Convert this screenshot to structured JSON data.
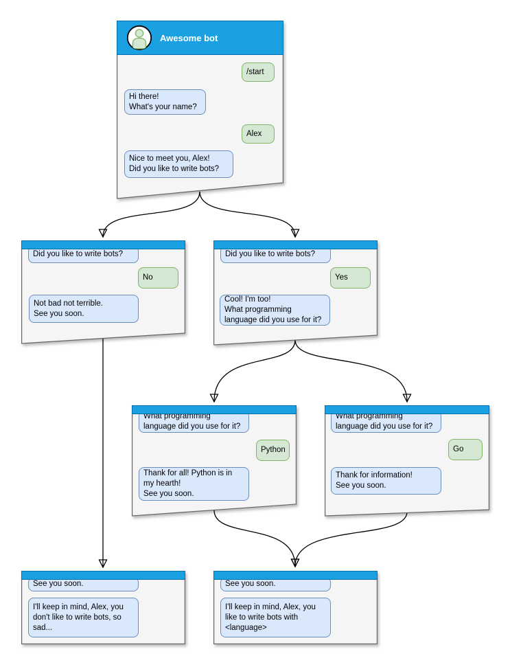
{
  "colors": {
    "header": "#1BA1E2",
    "header_border": "#006EAF",
    "window_fill": "#F5F5F5",
    "window_border": "#666666",
    "bot_bubble": "#DAE8FC",
    "bot_border": "#6C8EBF",
    "user_bubble": "#D5E8D4",
    "user_border": "#82B366"
  },
  "windows": [
    {
      "name": "root",
      "title": "Awesome bot",
      "avatar_icon": "person-icon",
      "messages": [
        {
          "from": "user",
          "text": "/start"
        },
        {
          "from": "bot",
          "text": "Hi there!\nWhat's your name?"
        },
        {
          "from": "user",
          "text": "Alex"
        },
        {
          "from": "bot",
          "text": "Nice to meet you, Alex!\nDid you like to write bots?"
        }
      ]
    },
    {
      "name": "branch-no",
      "messages": [
        {
          "from": "bot",
          "text": "Did you like to write bots?"
        },
        {
          "from": "user",
          "text": "No"
        },
        {
          "from": "bot",
          "text": "Not bad not terrible.\nSee you soon."
        }
      ]
    },
    {
      "name": "branch-yes",
      "messages": [
        {
          "from": "bot",
          "text": "Did you like to write bots?"
        },
        {
          "from": "user",
          "text": "Yes"
        },
        {
          "from": "bot",
          "text": "Cool! I'm too!\nWhat programming\nlanguage did you use for it?"
        }
      ]
    },
    {
      "name": "branch-python",
      "messages": [
        {
          "from": "bot",
          "text": "What programming\nlanguage did you use for it?"
        },
        {
          "from": "user",
          "text": "Python"
        },
        {
          "from": "bot",
          "text": "Thank for all! Python is in\nmy hearth!\nSee you soon."
        }
      ]
    },
    {
      "name": "branch-go",
      "messages": [
        {
          "from": "bot",
          "text": "What programming\nlanguage did you use for it?"
        },
        {
          "from": "user",
          "text": "Go"
        },
        {
          "from": "bot",
          "text": "Thank for information!\nSee you soon."
        }
      ]
    },
    {
      "name": "end-no",
      "messages": [
        {
          "from": "bot",
          "text": "See you soon."
        },
        {
          "from": "bot",
          "text": "I'll keep in mind, Alex, you\ndon't like to write bots, so\nsad..."
        }
      ]
    },
    {
      "name": "end-yes",
      "messages": [
        {
          "from": "bot",
          "text": "See you soon."
        },
        {
          "from": "bot",
          "text": "I'll keep in mind, Alex, you\nlike to write bots with\n<language>"
        }
      ]
    }
  ],
  "edges": [
    {
      "from": "root",
      "to": "branch-no"
    },
    {
      "from": "root",
      "to": "branch-yes"
    },
    {
      "from": "branch-yes",
      "to": "branch-python"
    },
    {
      "from": "branch-yes",
      "to": "branch-go"
    },
    {
      "from": "branch-no",
      "to": "end-no"
    },
    {
      "from": "branch-python",
      "to": "end-yes"
    },
    {
      "from": "branch-go",
      "to": "end-yes"
    }
  ]
}
